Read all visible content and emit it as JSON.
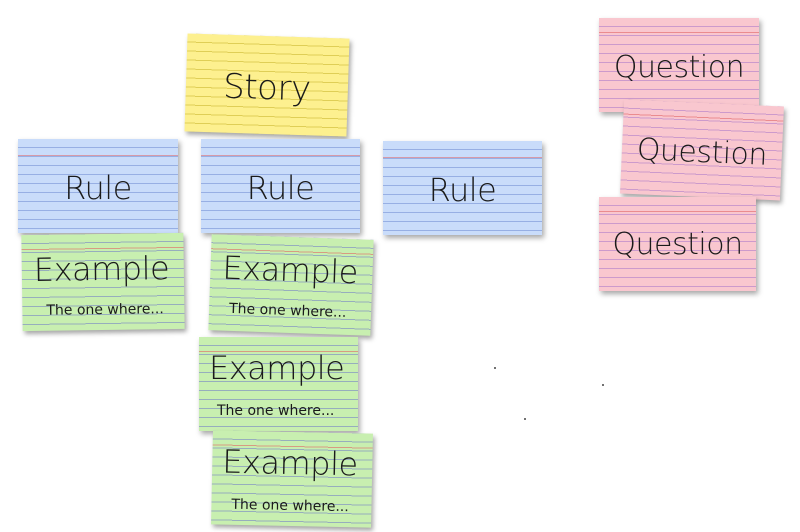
{
  "story": {
    "title": "Story"
  },
  "rules": [
    {
      "title": "Rule"
    },
    {
      "title": "Rule"
    },
    {
      "title": "Rule"
    }
  ],
  "examples": [
    {
      "title": "Example",
      "subtitle": "The one where..."
    },
    {
      "title": "Example",
      "subtitle": "The one where..."
    },
    {
      "title": "Example",
      "subtitle": "The one where..."
    },
    {
      "title": "Example",
      "subtitle": "The one where..."
    }
  ],
  "questions": [
    {
      "title": "Question"
    },
    {
      "title": "Question"
    },
    {
      "title": "Question"
    }
  ],
  "colors": {
    "story": "#fdf08f",
    "rule": "#c9dcfa",
    "example": "#c8efb0",
    "question": "#f9c7cf"
  }
}
